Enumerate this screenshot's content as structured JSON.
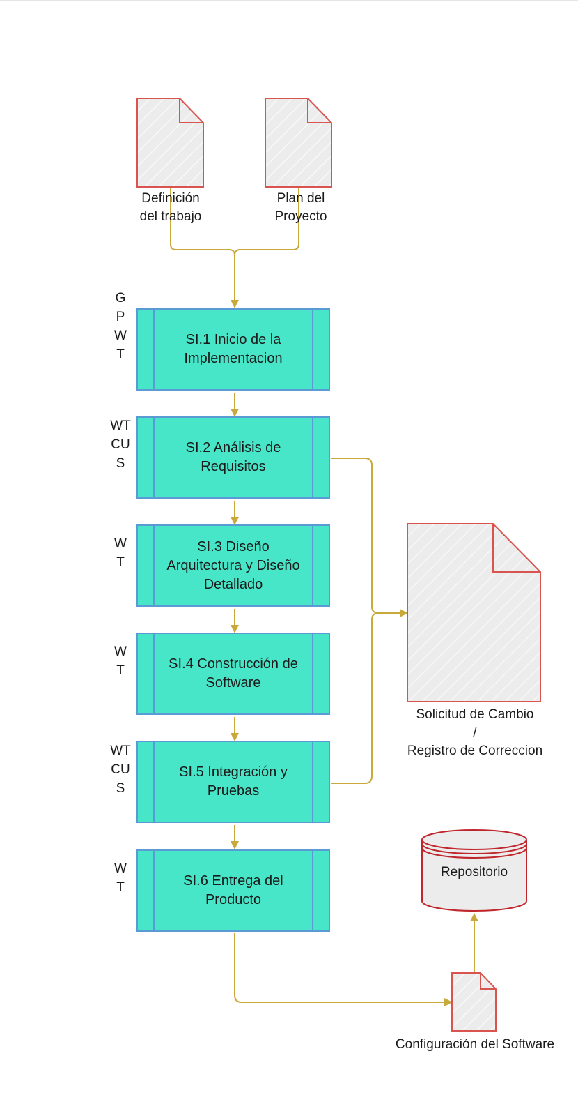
{
  "inputs": [
    {
      "label": "Definición\ndel trabajo"
    },
    {
      "label": "Plan del\nProyecto"
    }
  ],
  "steps": [
    {
      "roles": "G\nP\nW\nT",
      "title": "SI.1 Inicio de la\nImplementacion"
    },
    {
      "roles": "WT\nCU\nS",
      "title": "SI.2 Análisis de\nRequisitos"
    },
    {
      "roles": "W\nT",
      "title": "SI.3 Diseño\nArquitectura y Diseño\nDetallado"
    },
    {
      "roles": "W\nT",
      "title": "SI.4 Construcción de\nSoftware"
    },
    {
      "roles": "WT\nCU\nS",
      "title": "SI.5 Integración y\nPruebas"
    },
    {
      "roles": "W\nT",
      "title": "SI.6 Entrega del\nProducto"
    }
  ],
  "outputs": {
    "change_request": "Solicitud de Cambio\n/\nRegistro de Correccion",
    "repository": "Repositorio",
    "software_config": "Configuración del Software"
  },
  "colors": {
    "process_fill": "#48e6c8",
    "process_border": "#5b9bd5",
    "document_border": "#d9534f",
    "document_fill": "#ececec",
    "connector": "#c9a83c",
    "repository_border": "#c0272d"
  },
  "icons": [
    "document-icon",
    "database-icon",
    "arrow-icon"
  ]
}
